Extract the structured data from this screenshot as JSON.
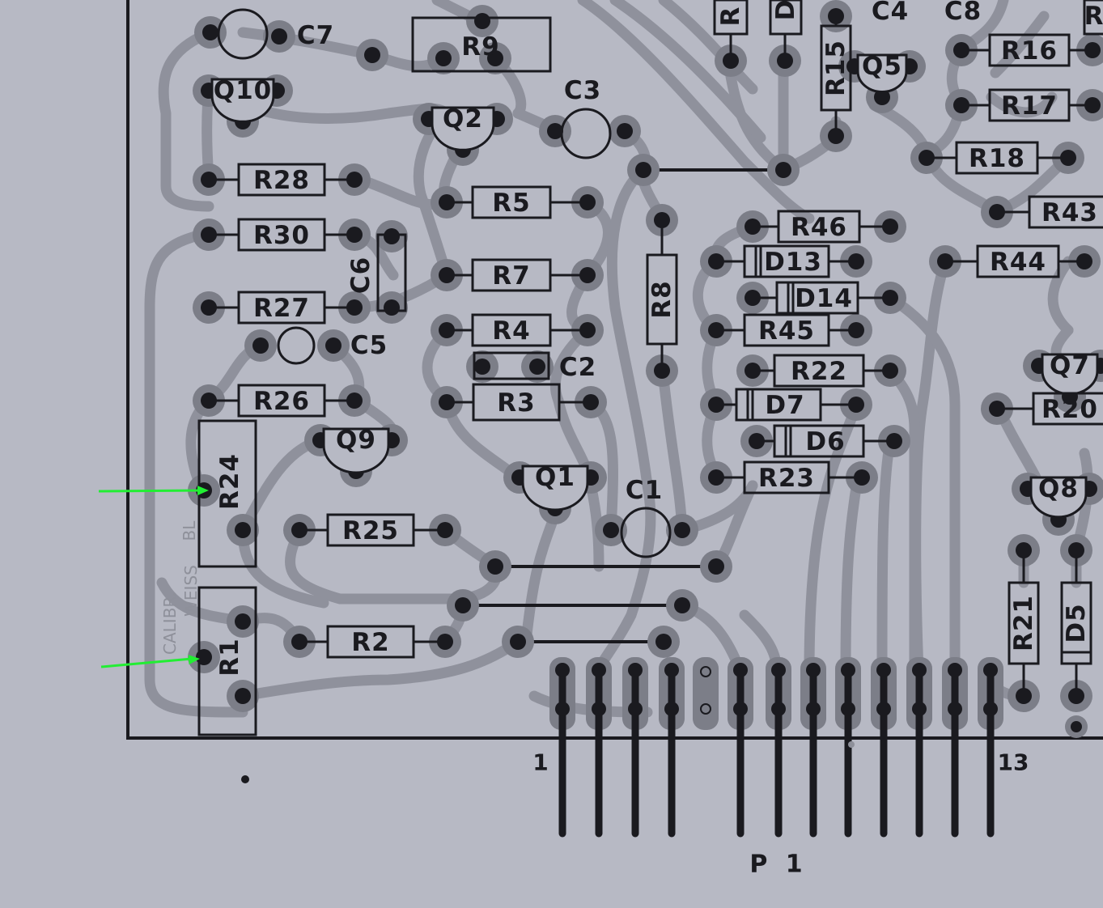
{
  "colors": {
    "paper": "#b7b9c4",
    "trace": "#8f919c",
    "pad": "#7c7e88",
    "ink": "#1a1a1f",
    "arrow": "#22ee33"
  },
  "labels": {
    "resistors": [
      "R9",
      "R28",
      "R30",
      "R27",
      "R26",
      "R24",
      "R25",
      "R5",
      "R7",
      "R4",
      "R3",
      "R2",
      "R1",
      "R8",
      "R46",
      "R45",
      "R22",
      "R23",
      "R16",
      "R17",
      "R18",
      "R43",
      "R44",
      "R20",
      "R15",
      "R21"
    ],
    "diodes": [
      "D13",
      "D14",
      "D7",
      "D6",
      "D5"
    ],
    "transistors": [
      "Q10",
      "Q2",
      "Q9",
      "Q1",
      "Q5",
      "Q7",
      "Q8"
    ],
    "capacitors": [
      "C7",
      "C3",
      "C6",
      "C5",
      "C2",
      "C1",
      "C4",
      "C8"
    ],
    "pins": [
      "1",
      "13"
    ],
    "connector": "P 1",
    "silkscreen": [
      "CALIBR.",
      "WEISS",
      "BL"
    ]
  },
  "annotations": [
    {
      "name": "arrow-r24",
      "color": "#22ee33"
    },
    {
      "name": "arrow-r1",
      "color": "#22ee33"
    }
  ]
}
